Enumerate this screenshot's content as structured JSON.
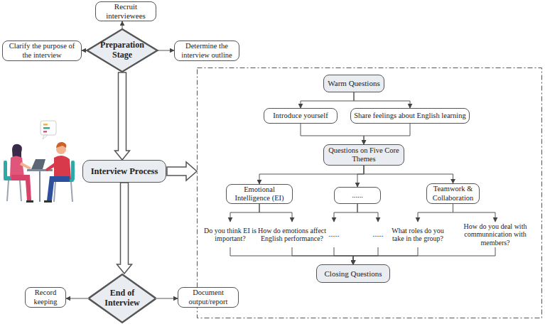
{
  "diagram": {
    "nodes": [
      {
        "text": [
          "Recruit interviewees"
        ]
      },
      {
        "text": [
          "Clarify the purpose of the interview"
        ]
      },
      {
        "text": [
          "Preparation Stage"
        ]
      },
      {
        "text": [
          "Determine the interview outline"
        ]
      },
      {
        "text": [
          "Interview Process"
        ]
      },
      {
        "text": [
          "Warm Questions"
        ]
      },
      {
        "text": [
          "Introduce yourself"
        ]
      },
      {
        "text": [
          "Share feelings about English learning"
        ]
      },
      {
        "text": [
          "Questions on Five Core Themes"
        ]
      },
      {
        "text": [
          "Emotional Intelligence (EI)"
        ]
      },
      {
        "text": [
          "......"
        ]
      },
      {
        "text": [
          "Teamwork & Collaboration"
        ]
      },
      {
        "text": [
          "Do you think EI is important?"
        ]
      },
      {
        "text": [
          "How do emotions affect English performance?"
        ]
      },
      {
        "text": [
          "......"
        ]
      },
      {
        "text": [
          "......"
        ]
      },
      {
        "text": [
          "What roles do you take in the group?"
        ]
      },
      {
        "text": [
          "How do you deal with communnication with members?"
        ]
      },
      {
        "text": [
          "Closing Questions"
        ]
      },
      {
        "text": [
          "Record keeping"
        ]
      },
      {
        "text": [
          "End of Interview"
        ]
      },
      {
        "text": [
          "Document output/report"
        ]
      }
    ],
    "edges": [
      {
        "from": 2,
        "to": 0,
        "arrow": "to"
      },
      {
        "from": 2,
        "to": 1,
        "arrow": "to"
      },
      {
        "from": 2,
        "to": 3,
        "arrow": "to"
      },
      {
        "from": 2,
        "to": 4,
        "arrow": "to"
      },
      {
        "from": 4,
        "to": 20,
        "arrow": "to"
      },
      {
        "from": 20,
        "to": 19,
        "arrow": "to"
      },
      {
        "from": 20,
        "to": 21,
        "arrow": "to"
      },
      {
        "from": 5,
        "to": 6,
        "arrow": "to"
      },
      {
        "from": 5,
        "to": 7,
        "arrow": "to"
      },
      {
        "from": 6,
        "to": 8,
        "arrow": "to"
      },
      {
        "from": 7,
        "to": 8,
        "arrow": "to"
      },
      {
        "from": 8,
        "to": 9,
        "arrow": "to"
      },
      {
        "from": 8,
        "to": 10,
        "arrow": "to"
      },
      {
        "from": 8,
        "to": 11,
        "arrow": "to"
      },
      {
        "from": 9,
        "to": 12,
        "arrow": "to"
      },
      {
        "from": 9,
        "to": 13,
        "arrow": "to"
      },
      {
        "from": 10,
        "to": 14,
        "arrow": "to"
      },
      {
        "from": 10,
        "to": 15,
        "arrow": "to"
      },
      {
        "from": 11,
        "to": 16,
        "arrow": "to"
      },
      {
        "from": 11,
        "to": 17,
        "arrow": "to"
      },
      {
        "from": 12,
        "to": 18,
        "arrow": "to"
      },
      {
        "from": 13,
        "to": 18,
        "arrow": "to"
      },
      {
        "from": 14,
        "to": 18,
        "arrow": "to"
      },
      {
        "from": 15,
        "to": 18,
        "arrow": "to"
      },
      {
        "from": 16,
        "to": 18,
        "arrow": "to"
      },
      {
        "from": 17,
        "to": 18,
        "arrow": "to"
      }
    ]
  }
}
